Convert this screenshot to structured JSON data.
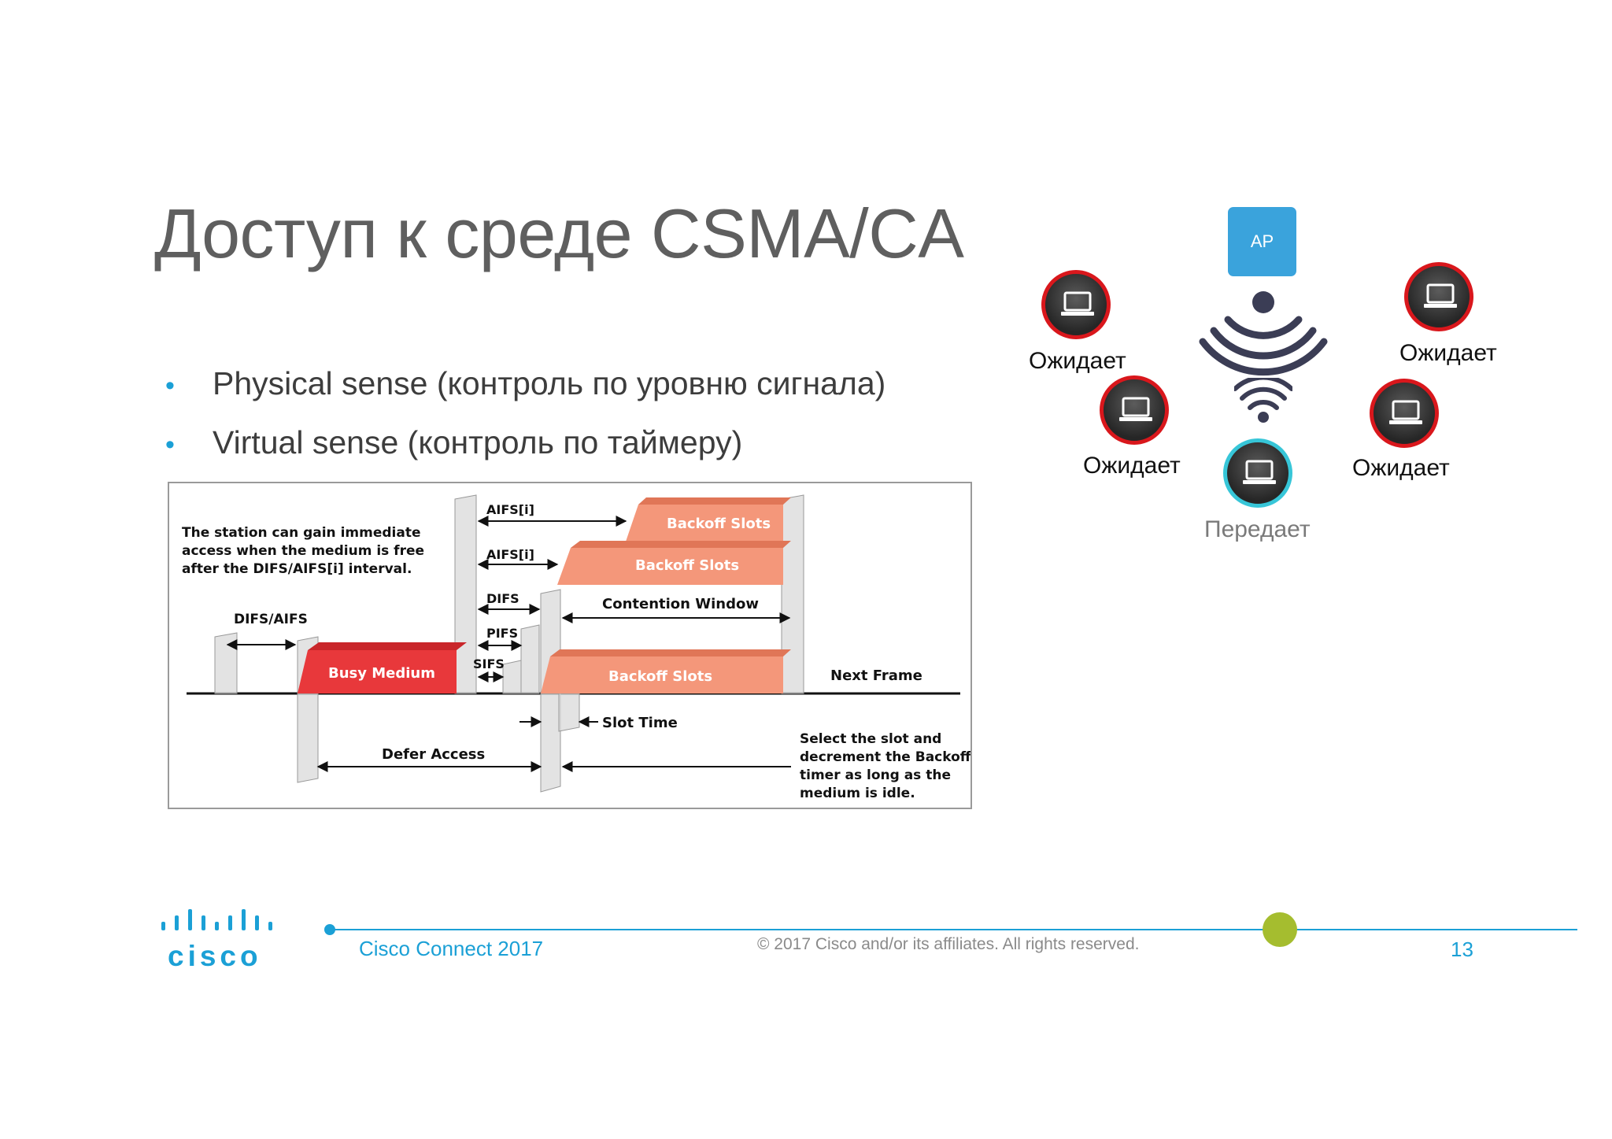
{
  "slide": {
    "title": "Доступ к среде CSMA/CA",
    "bullets": [
      "Physical sense (контроль  по уровню  сигнала)",
      "Virtual  sense (контроль  по  таймеру)"
    ],
    "bullet_symbol": "•"
  },
  "diagram": {
    "note_top": [
      "The station can gain immediate",
      "access when the medium is free",
      "after the DIFS/AIFS[i] interval."
    ],
    "difs_aifs": "DIFS/AIFS",
    "busy_medium": "Busy Medium",
    "aifs_1": "AIFS[i]",
    "aifs_2": "AIFS[i]",
    "difs": "DIFS",
    "pifs": "PIFS",
    "sifs": "SIFS",
    "backoff_1": "Backoff Slots",
    "backoff_2": "Backoff Slots",
    "backoff_3": "Backoff Slots",
    "contention_window": "Contention Window",
    "next_frame": "Next Frame",
    "slot_time": "Slot Time",
    "defer_access": "Defer Access",
    "note_bottom": [
      "Select the slot and",
      "decrement the Backoff",
      "timer as long as the",
      "medium is idle."
    ]
  },
  "network": {
    "ap_label": "AP",
    "stations": [
      {
        "label": "Ожидает",
        "state": "waiting"
      },
      {
        "label": "Ожидает",
        "state": "waiting"
      },
      {
        "label": "Ожидает",
        "state": "waiting"
      },
      {
        "label": "Ожидает",
        "state": "waiting"
      },
      {
        "label": "Передает",
        "state": "transmitting"
      }
    ]
  },
  "footer": {
    "brand": "cisco",
    "event": "Cisco Connect 2017",
    "copyright": "© 2017  Cisco and/or its affiliates. All rights reserved.",
    "page": "13"
  },
  "colors": {
    "accent": "#1ba0d6",
    "busy_red": "#e8383b",
    "backoff_orange": "#f4977a",
    "wait_ring": "#d9171c",
    "tx_ring": "#37c6d8",
    "ap_blue": "#3aa3dc",
    "footer_green": "#a5bd2f"
  }
}
